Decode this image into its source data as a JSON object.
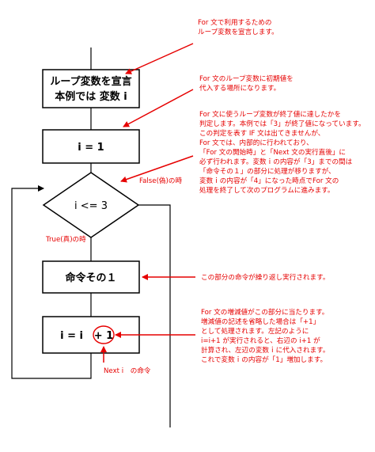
{
  "flowchart": {
    "declare_box": {
      "line1": "ループ変数を宣言",
      "line2": "本例では 変数 i"
    },
    "init_box": "i = 1",
    "condition": "i <= 3",
    "false_label": "False(偽)の時",
    "true_label": "True(真)の時",
    "command_box": "命令その１",
    "increment_box": {
      "left": "i = i",
      "right": "+ 1"
    },
    "next_label": "Next i　の命令"
  },
  "annotations": {
    "declare": [
      "For 文で利用するための",
      "ループ変数を宣言します。"
    ],
    "init": [
      "For 文のループ変数に初期値を",
      "代入する場所になります。"
    ],
    "condition": [
      "For 文に使うループ変数が終了値に達したかを",
      "判定します。本例では「3」が終了値になっています。",
      "この判定を表す IF 文は出てきませんが、",
      "For 文では、内部的に行われており、",
      "「For 文の開始時」と「Next 文の実行直後」に",
      "必ず行われます。変数ｉの内容が「3」までの間は",
      "「命令その１」の部分に処理が移りますが、",
      "変数ｉの内容が「4」になった時点でFor 文の",
      "処理を終了して次のプログラムに進みます。"
    ],
    "command": [
      "この部分の命令が繰り返し実行されます。"
    ],
    "increment": [
      "For 文の増減値がこの部分に当たります。",
      "増減値の記述を省略した場合は「+1」",
      "として処理されます。左記のように",
      "i=i+1 が実行されると、右辺の i+1 が",
      "計算され、左辺の変数ｉに代入されます。",
      "これで変数ｉの内容が「1」増加します。"
    ]
  },
  "colors": {
    "annotation": "#e60000",
    "line": "#000000"
  }
}
